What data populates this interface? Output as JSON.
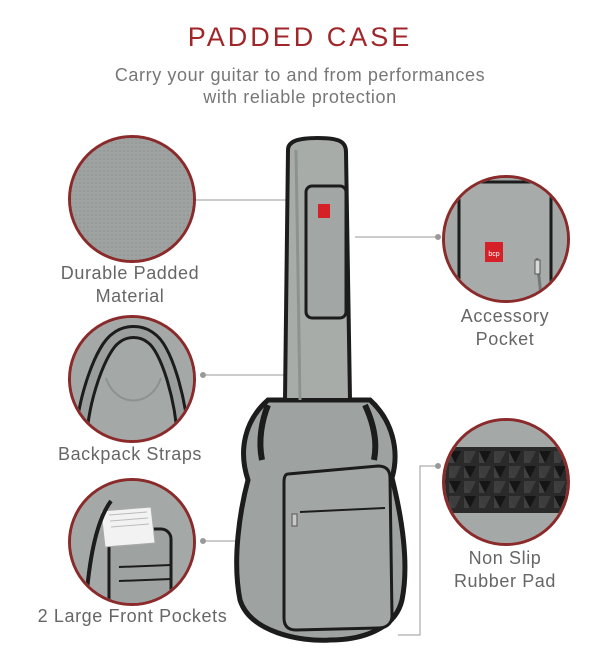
{
  "header": {
    "title": "PADDED CASE",
    "subtitle_line1": "Carry your guitar to and from performances",
    "subtitle_line2": "with reliable protection"
  },
  "features": {
    "durable": {
      "line1": "Durable Padded",
      "line2": "Material"
    },
    "straps": {
      "line1": "Backpack Straps"
    },
    "pockets": {
      "line1": "2 Large Front Pockets"
    },
    "accessory": {
      "line1": "Accessory",
      "line2": "Pocket"
    },
    "rubber": {
      "line1": "Non Slip",
      "line2": "Rubber Pad"
    }
  },
  "logo_text": "bcp",
  "colors": {
    "accent": "#a0262a",
    "case": "#9ea3a1",
    "trim": "#1c1c1c",
    "logo": "#d62027"
  }
}
